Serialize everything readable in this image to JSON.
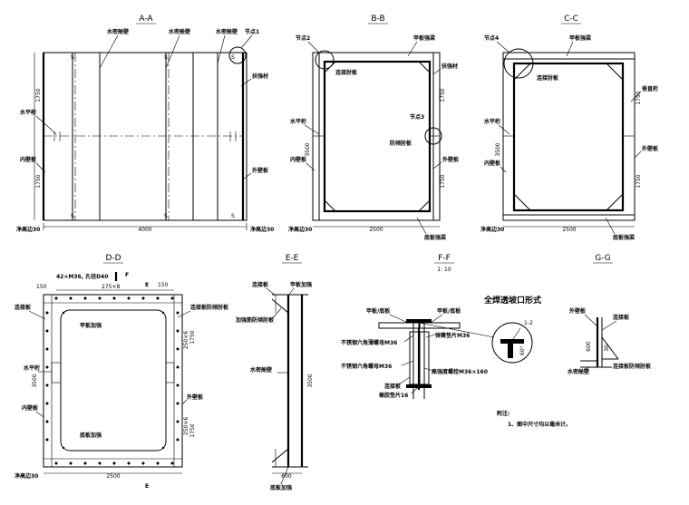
{
  "views": {
    "aa": {
      "title": "A-A",
      "label_s": "S",
      "watertight_wall_1": "水密舱壁",
      "watertight_wall_2": "水密舱壁",
      "watertight_wall_3": "水密舱壁",
      "node1": "节点1",
      "stiffener": "扶强材",
      "horizontal_girder": "水平桁",
      "inner_wall": "内壁板",
      "outer_wall": "外壁板",
      "dim_1750_top": "1750",
      "dim_1750_bottom": "1750",
      "dim_width": "4000",
      "clear_height_left": "净高边30",
      "clear_height_right": "净高边30"
    },
    "bb": {
      "title": "B-B",
      "node2": "节点2",
      "deck_plate_stiffener": "甲板强梁",
      "connector_plate": "连接肘板",
      "stiffener": "扶强材",
      "node3": "节点3",
      "anti_sway_bracket": "防倾肘板",
      "horizontal_girder": "水平桁",
      "inner_wall": "内壁板",
      "outer_wall": "外壁板",
      "dim_3500": "3500",
      "dim_1750": "1750",
      "dim_width": "2500",
      "bottom_stiffener": "底板强梁",
      "clear_height": "净高边30"
    },
    "cc": {
      "title": "C-C",
      "node4": "节点4",
      "deck_plate_stiffener": "甲板强梁",
      "connector_plate": "连接肘板",
      "vertical_girder": "垂直桁",
      "horizontal_girder": "水平桁",
      "inner_wall": "内壁板",
      "outer_wall": "外壁板",
      "dim_3500": "3500",
      "dim_1750": "1750",
      "dim_width": "2500",
      "bottom_stiffener": "底板强梁",
      "clear_height": "净高边30"
    },
    "dd": {
      "title": "D-D",
      "bolt_spec": "42×M36, 孔径D40",
      "dim_150": "150",
      "dim_275x8": "275×8",
      "section_f": "F",
      "section_e": "E",
      "dim_150b": "150",
      "connector_plate": "连接板",
      "connector_anti_sway": "连接板防倾肘板",
      "deck_stiffener": "甲板加强",
      "horizontal_girder": "水平桁",
      "inner_wall": "内壁板",
      "outer_wall": "外壁板",
      "bottom_stiffener": "底板加强",
      "dim_3500": "3500",
      "dim_1750": "1750",
      "dim_1750b": "1750",
      "dim_250x6": "250×6",
      "dim_250x6b": "250×6",
      "dim_width": "2500",
      "clear_height": "净高边30"
    },
    "ee": {
      "title": "E-E",
      "connector_plate": "连接板",
      "deck_plate_stiffener": "甲板加强",
      "stiffener_anti_sway": "加强筋防倾肘板",
      "watertight_wall": "水密舱壁",
      "dim_3500": "3500",
      "bottom_stiffener": "底板加强",
      "dim_600": "600"
    },
    "ff": {
      "title": "F-F",
      "scale": "1: 10",
      "deck_bottom_left": "甲板/底板",
      "deck_bottom_right": "甲板/底板",
      "hex_nut_1": "不锈钢六角薄螺母M36",
      "spring_washer": "弹簧垫片M36",
      "hex_nut_2": "不锈钢六角螺母M36",
      "hs_bolt": "高强度螺栓M36×160",
      "connector_plate": "连接板",
      "rubber_gasket": "橡胶垫片16",
      "weld_title": "全焊透坡口形式",
      "weld_1_2": "1-2",
      "weld_angle": "60°"
    },
    "gg": {
      "title": "G-G",
      "outer_wall": "外壁板",
      "connector_plate": "连接板",
      "watertight_wall": "水密舱壁",
      "connector_anti_sway": "连接板防倾肘板",
      "dim_600": "600",
      "dim_30": "30"
    }
  },
  "notes": {
    "heading": "附注:",
    "item1": "1、图中尺寸均以毫米计。"
  }
}
